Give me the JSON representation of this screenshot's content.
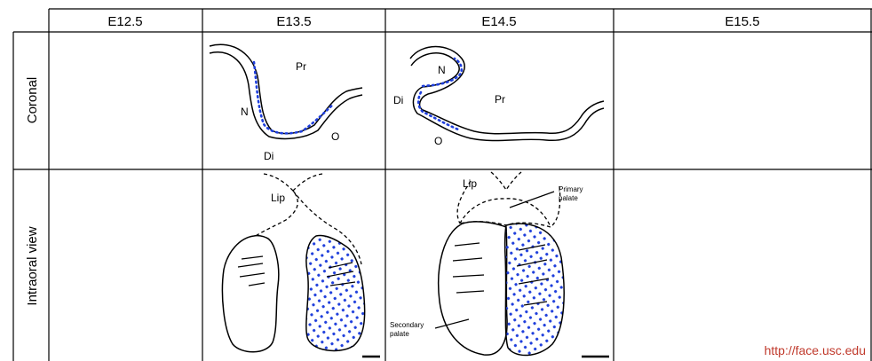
{
  "columns": [
    "E12.5",
    "E13.5",
    "E14.5",
    "E15.5"
  ],
  "rows": [
    "Coronal",
    "Intraoral view"
  ],
  "labels": {
    "e13_coronal": {
      "pr": "Pr",
      "n": "N",
      "o": "O",
      "di": "Di"
    },
    "e14_coronal": {
      "n": "N",
      "di": "Di",
      "pr": "Pr",
      "o": "O"
    },
    "e13_intraoral": {
      "lip": "Lip"
    },
    "e14_intraoral": {
      "lip": "Lip",
      "primary_1": "Primary",
      "primary_2": "palate",
      "secondary_1": "Secondary",
      "secondary_2": "palate"
    }
  },
  "source": "http://face.usc.edu",
  "colors": {
    "dots": "#1f3fdc",
    "lines": "#000000",
    "source_text": "#c0392b"
  }
}
